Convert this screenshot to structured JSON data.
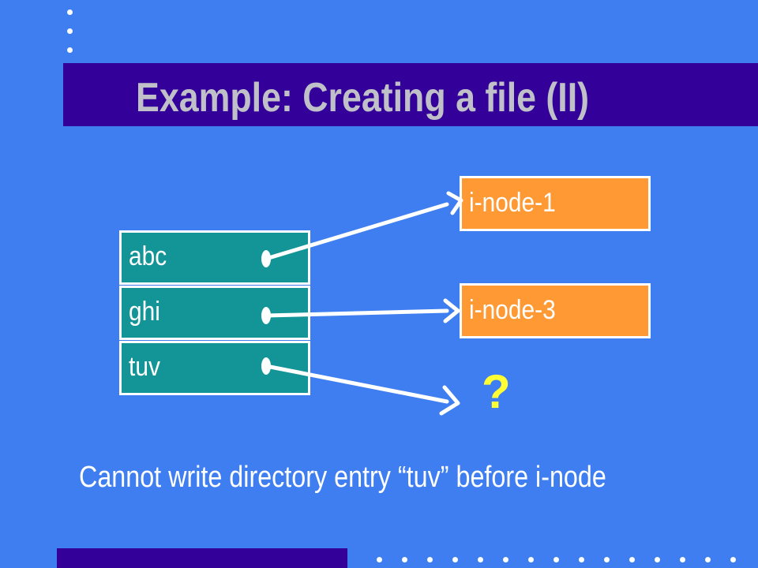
{
  "slide": {
    "title": "Example: Creating a file (II)",
    "caption": "Cannot write directory entry “tuv” before i-node"
  },
  "directory": {
    "entries": [
      {
        "name": "abc",
        "points_to": "i-node-1"
      },
      {
        "name": "ghi",
        "points_to": "i-node-3"
      },
      {
        "name": "tuv",
        "points_to": "?"
      }
    ]
  },
  "inodes": {
    "items": [
      {
        "label": "i-node-1"
      },
      {
        "label": "i-node-3"
      }
    ]
  },
  "missing_target": "?",
  "colors": {
    "background": "#3e7ef0",
    "title_band": "#330099",
    "title_text": "#c0c0c8",
    "directory_entry": "#139597",
    "inode": "#ff9933",
    "question_mark": "#ffff33",
    "arrows": "#ffffff"
  }
}
